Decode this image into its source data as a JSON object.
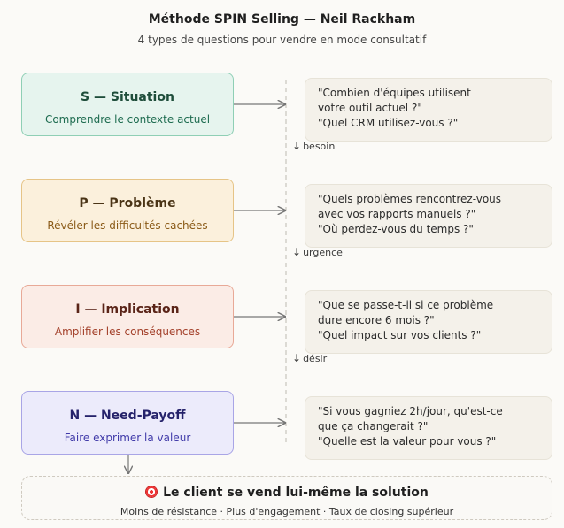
{
  "title": "Méthode SPIN Selling — Neil Rackham",
  "subtitle": "4 types de questions pour vendre en mode consultatif",
  "stages": [
    {
      "head": "S — Situation",
      "desc": "Comprendre le contexte actuel",
      "quote": [
        "\"Combien d'équipes utilisent",
        "votre outil actuel ?\"",
        "\"Quel CRM utilisez-vous ?\""
      ],
      "colors": {
        "bg": "#e6f4ee",
        "border": "#8fcfb5",
        "head": "#1e4d3a",
        "desc": "#1d6b4f"
      }
    },
    {
      "head": "P — Problème",
      "desc": "Révéler les difficultés cachées",
      "quote": [
        "\"Quels problèmes rencontrez-vous",
        "avec vos rapports manuels ?\"",
        "\"Où perdez-vous du temps ?\""
      ],
      "colors": {
        "bg": "#fbf0dc",
        "border": "#e6c487",
        "head": "#4a3416",
        "desc": "#8a5a17"
      }
    },
    {
      "head": "I — Implication",
      "desc": "Amplifier les conséquences",
      "quote": [
        "\"Que se passe-t-il si ce problème",
        "dure encore 6 mois ?\"",
        "\"Quel impact sur vos clients ?\""
      ],
      "colors": {
        "bg": "#fbece6",
        "border": "#e8a997",
        "head": "#5a2418",
        "desc": "#a3402a"
      }
    },
    {
      "head": "N — Need-Payoff",
      "desc": "Faire exprimer la valeur",
      "quote": [
        "\"Si vous gagniez 2h/jour, qu'est-ce",
        "que ça changerait ?\"",
        "\"Quelle est la valeur pour vous ?\""
      ],
      "colors": {
        "bg": "#ecebfb",
        "border": "#a9a5e6",
        "head": "#25226a",
        "desc": "#3f39a8"
      }
    }
  ],
  "connectors": [
    "besoin",
    "urgence",
    "désir"
  ],
  "connector_arrow": "↓",
  "result": {
    "icon": "target-icon",
    "title": "Le client se vend lui-même la solution",
    "subtitle": "Moins de résistance · Plus d'engagement · Taux de closing supérieur"
  }
}
